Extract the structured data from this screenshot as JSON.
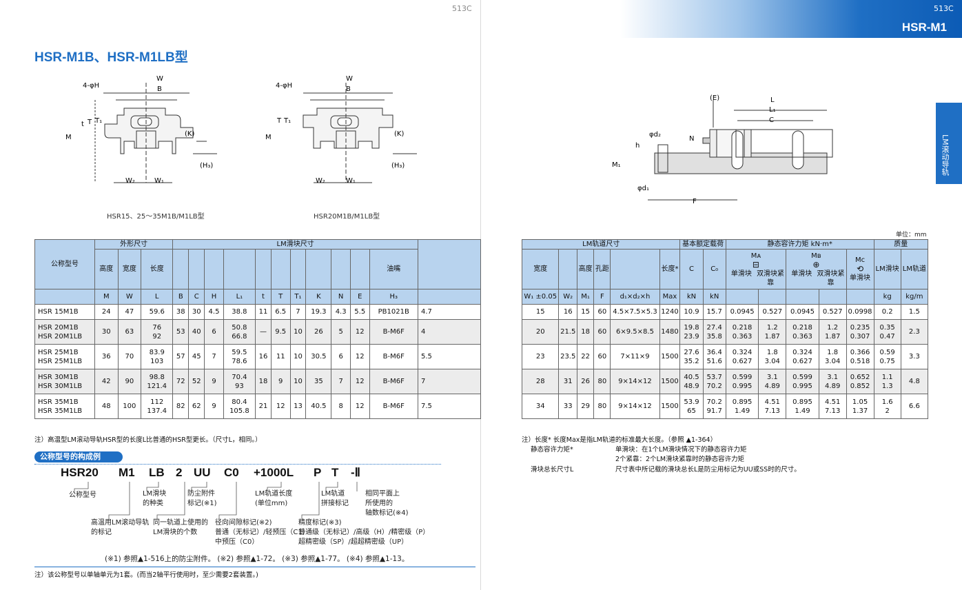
{
  "page": {
    "left_num": "513C",
    "right_num": "513C",
    "product": "HSR-M1",
    "side_tab": "LM滚动导轨",
    "title": "HSR-M1B、HSR-M1LB型",
    "unit": "单位：mm"
  },
  "figures": {
    "fig1_caption": "HSR15、25～35M1B/M1LB型",
    "fig2_caption": "HSR20M1B/M1LB型",
    "labels": {
      "W": "W",
      "B": "B",
      "H4": "4-φH",
      "M": "M",
      "t": "t",
      "T": "T",
      "T1": "T₁",
      "K": "(K)",
      "H3": "(H₃)",
      "W2": "W₂",
      "W1": "W₁",
      "L": "L",
      "L1": "L₁",
      "C": "C",
      "E": "(E)",
      "N": "N",
      "d2": "φd₂",
      "h": "h",
      "M1": "M₁",
      "d1": "φd₁",
      "F": "F"
    }
  },
  "table": {
    "h_model": "公称型号",
    "h_outer": "外形尺寸",
    "h_block": "LM滑块尺寸",
    "h_rail": "LM轨道尺寸",
    "h_load": "基本额定载荷",
    "h_moment": "静态容许力矩 kN·m*",
    "h_mass": "质量",
    "h_sub": [
      "高度",
      "宽度",
      "长度"
    ],
    "h_grease": "油嘴",
    "h_rail_sub": [
      "宽度",
      "高度",
      "孔距",
      "长度*"
    ],
    "h_ma": "Mᴀ",
    "h_mb": "Mʙ",
    "h_mc": "Mᴄ",
    "h_mass_sub": [
      "LM滑块",
      "LM轨道"
    ],
    "h_single": "单滑块",
    "h_double": "双滑块紧靠",
    "h_C": "C",
    "h_C0": "C₀",
    "sym": [
      "M",
      "W",
      "L",
      "B",
      "C",
      "H",
      "L₁",
      "t",
      "T",
      "T₁",
      "K",
      "N",
      "E",
      "H₃",
      "W₁ ±0.05",
      "W₂",
      "M₁",
      "F",
      "d₁×d₂×h",
      "Max",
      "kN",
      "kN",
      "kg",
      "kg/m"
    ],
    "rows": [
      {
        "model": [
          "HSR 15M1B"
        ],
        "M": "24",
        "W": "47",
        "L": [
          "59.6"
        ],
        "B": "38",
        "C": "30",
        "H": "4.5",
        "L1": [
          "38.8"
        ],
        "t": "11",
        "T": "6.5",
        "T1": "7",
        "K": "19.3",
        "N": "4.3",
        "E": "5.5",
        "grease": "PB1021B",
        "H3": "4.7",
        "W1": "15",
        "W2": "16",
        "M1": "15",
        "F": "60",
        "d": "4.5×7.5×5.3",
        "max": "1240",
        "Cv": [
          "10.9"
        ],
        "C0": [
          "15.7"
        ],
        "ma1": [
          "0.0945"
        ],
        "ma2": [
          "0.527"
        ],
        "mb1": [
          "0.0945"
        ],
        "mb2": [
          "0.527"
        ],
        "mc": [
          "0.0998"
        ],
        "mblk": [
          "0.2"
        ],
        "mrail": "1.5"
      },
      {
        "model": [
          "HSR 20M1B",
          "HSR 20M1LB"
        ],
        "M": "30",
        "W": "63",
        "L": [
          "76",
          "92"
        ],
        "B": "53",
        "C": "40",
        "H": "6",
        "L1": [
          "50.8",
          "66.8"
        ],
        "t": "—",
        "T": "9.5",
        "T1": "10",
        "K": "26",
        "N": "5",
        "E": "12",
        "grease": "B-M6F",
        "H3": "4",
        "W1": "20",
        "W2": "21.5",
        "M1": "18",
        "F": "60",
        "d": "6×9.5×8.5",
        "max": "1480",
        "Cv": [
          "19.8",
          "23.9"
        ],
        "C0": [
          "27.4",
          "35.8"
        ],
        "ma1": [
          "0.218",
          "0.363"
        ],
        "ma2": [
          "1.2",
          "1.87"
        ],
        "mb1": [
          "0.218",
          "0.363"
        ],
        "mb2": [
          "1.2",
          "1.87"
        ],
        "mc": [
          "0.235",
          "0.307"
        ],
        "mblk": [
          "0.35",
          "0.47"
        ],
        "mrail": "2.3"
      },
      {
        "model": [
          "HSR 25M1B",
          "HSR 25M1LB"
        ],
        "M": "36",
        "W": "70",
        "L": [
          "83.9",
          "103"
        ],
        "B": "57",
        "C": "45",
        "H": "7",
        "L1": [
          "59.5",
          "78.6"
        ],
        "t": "16",
        "T": "11",
        "T1": "10",
        "K": "30.5",
        "N": "6",
        "E": "12",
        "grease": "B-M6F",
        "H3": "5.5",
        "W1": "23",
        "W2": "23.5",
        "M1": "22",
        "F": "60",
        "d": "7×11×9",
        "max": "1500",
        "Cv": [
          "27.6",
          "35.2"
        ],
        "C0": [
          "36.4",
          "51.6"
        ],
        "ma1": [
          "0.324",
          "0.627"
        ],
        "ma2": [
          "1.8",
          "3.04"
        ],
        "mb1": [
          "0.324",
          "0.627"
        ],
        "mb2": [
          "1.8",
          "3.04"
        ],
        "mc": [
          "0.366",
          "0.518"
        ],
        "mblk": [
          "0.59",
          "0.75"
        ],
        "mrail": "3.3"
      },
      {
        "model": [
          "HSR 30M1B",
          "HSR 30M1LB"
        ],
        "M": "42",
        "W": "90",
        "L": [
          "98.8",
          "121.4"
        ],
        "B": "72",
        "C": "52",
        "H": "9",
        "L1": [
          "70.4",
          "93"
        ],
        "t": "18",
        "T": "9",
        "T1": "10",
        "K": "35",
        "N": "7",
        "E": "12",
        "grease": "B-M6F",
        "H3": "7",
        "W1": "28",
        "W2": "31",
        "M1": "26",
        "F": "80",
        "d": "9×14×12",
        "max": "1500",
        "Cv": [
          "40.5",
          "48.9"
        ],
        "C0": [
          "53.7",
          "70.2"
        ],
        "ma1": [
          "0.599",
          "0.995"
        ],
        "ma2": [
          "3.1",
          "4.89"
        ],
        "mb1": [
          "0.599",
          "0.995"
        ],
        "mb2": [
          "3.1",
          "4.89"
        ],
        "mc": [
          "0.652",
          "0.852"
        ],
        "mblk": [
          "1.1",
          "1.3"
        ],
        "mrail": "4.8"
      },
      {
        "model": [
          "HSR 35M1B",
          "HSR 35M1LB"
        ],
        "M": "48",
        "W": "100",
        "L": [
          "112",
          "137.4"
        ],
        "B": "82",
        "C": "62",
        "H": "9",
        "L1": [
          "80.4",
          "105.8"
        ],
        "t": "21",
        "T": "12",
        "T1": "13",
        "K": "40.5",
        "N": "8",
        "E": "12",
        "grease": "B-M6F",
        "H3": "7.5",
        "W1": "34",
        "W2": "33",
        "M1": "29",
        "F": "80",
        "d": "9×14×12",
        "max": "1500",
        "Cv": [
          "53.9",
          "65"
        ],
        "C0": [
          "70.2",
          "91.7"
        ],
        "ma1": [
          "0.895",
          "1.49"
        ],
        "ma2": [
          "4.51",
          "7.13"
        ],
        "mb1": [
          "0.895",
          "1.49"
        ],
        "mb2": [
          "4.51",
          "7.13"
        ],
        "mc": [
          "1.05",
          "1.37"
        ],
        "mblk": [
          "1.6",
          "2"
        ],
        "mrail": "6.6"
      }
    ]
  },
  "notes": {
    "left": "注）高温型LM滚动导轨HSR型的长度L比普通的HSR型更长。（尺寸L，相同。）",
    "r1": "注）长度*  长度Max是指LM轨道的标准最大长度。（参照 ▲1-364）",
    "r2a": "静态容许力矩*",
    "r2b": "单滑块：在1个LM滑块情况下的静态容许力矩",
    "r3b": "2个紧靠：2个LM滑块紧靠时的静态容许力矩",
    "r4a": "滑块总长尺寸L",
    "r4b": "尺寸表中所记载的滑块总长L是防尘用标记为UU或SS时的尺寸。"
  },
  "code": {
    "heading": "公称型号的构成例",
    "parts": [
      "HSR20",
      "M1",
      "LB",
      "2",
      "UU",
      "C0",
      "+1000L",
      "P",
      "T",
      "-Ⅱ"
    ],
    "l_model": "公称型号",
    "l_block": "LM滑块\n的种类",
    "l_seal": "防尘附件\n标记(※1)",
    "l_length": "LM轨道长度\n(单位mm)",
    "l_joint": "LM轨道\n拼接标记",
    "l_axis": "相同平面上\n所使用的\n轴数标记(※4)",
    "l_temp": "高温用LM滚动导轨\n的标记",
    "l_count": "同一轨道上使用的\nLM滑块的个数",
    "l_clear": "径向间隙标记(※2)\n普通（无标记）/轻预压（C1）\n中预压（C0）",
    "l_prec": "精度标记(※3)\n普通级（无标记）/高级（H）/精密级（P）\n超精密级（SP）/超超精密级（UP）",
    "refs": "(※1) 参照▲1-516上的防尘附件。 (※2) 参照▲1-72。 (※3) 参照▲1-77。 (※4) 参照▲1-13。",
    "bottom_note": "注）该公称型号以单轴单元为1套。(而当2轴平行使用时，至少需要2套装置。)"
  },
  "colors": {
    "accent": "#1f6fc4",
    "header": "#b8d3ee",
    "row_alt": "#ececec"
  }
}
